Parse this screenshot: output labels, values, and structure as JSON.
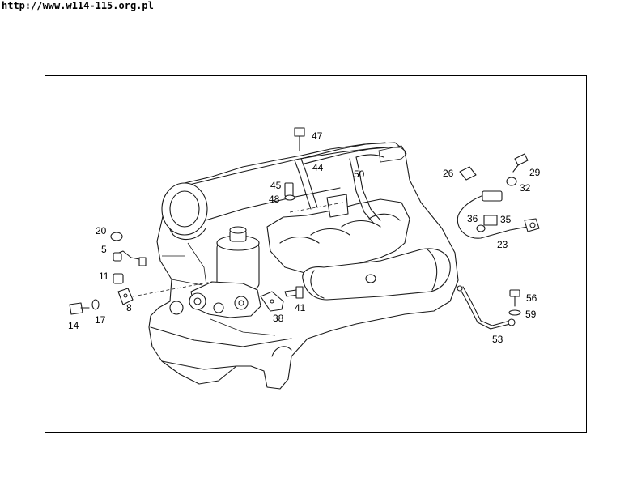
{
  "header": {
    "url": "http://www.w114-115.org.pl"
  },
  "diagram": {
    "part_labels": [
      "47",
      "44",
      "50",
      "26",
      "29",
      "45",
      "32",
      "48",
      "36",
      "35",
      "20",
      "23",
      "5",
      "11",
      "56",
      "8",
      "41",
      "59",
      "14",
      "17",
      "38",
      "53"
    ]
  }
}
